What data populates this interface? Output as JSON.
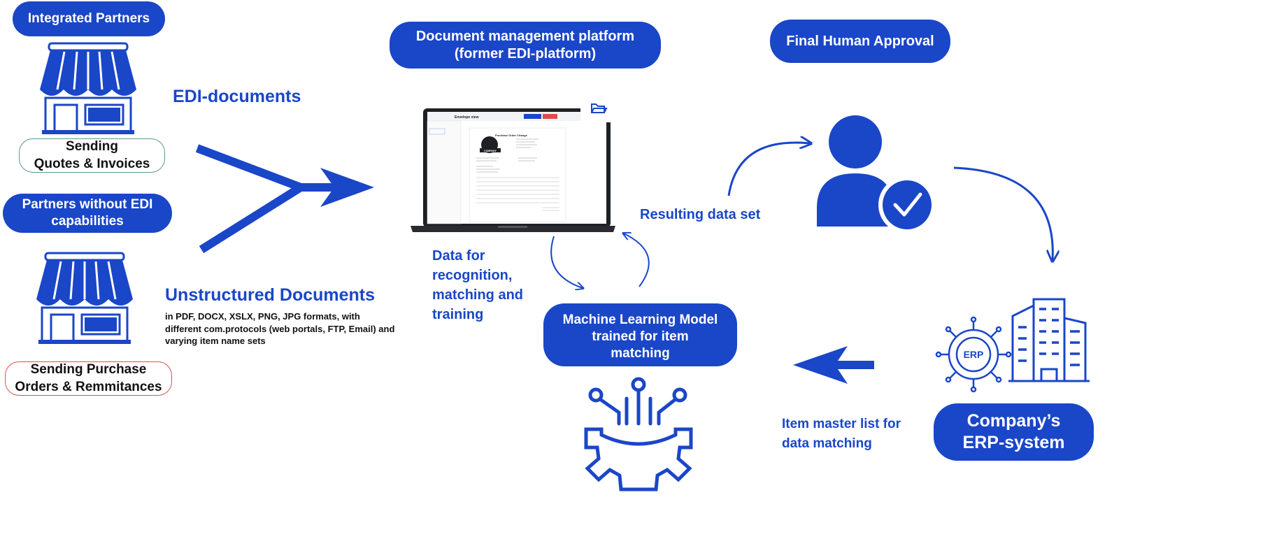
{
  "left": {
    "integrated_partners": "Integrated Partners",
    "sending_quotes": "Sending\nQuotes & Invoices",
    "partners_without_edi": "Partners without EDI capabilities",
    "sending_po": "Sending Purchase\nOrders & Remmitances"
  },
  "middle": {
    "edi_documents": "EDI-documents",
    "unstructured_title": "Unstructured Documents",
    "unstructured_desc": "in PDF, DOCX, XSLX, PNG, JPG formats, with different com.protocols (web portals, FTP, Email) and varying item name sets",
    "dmp_title": "Document management platform (former EDI-platform)",
    "data_for_recognition": "Data for recognition, matching and training",
    "ml_model": "Machine Learning Model trained for item matching",
    "resulting_data_set": "Resulting data set",
    "item_master_list": "Item master list for data matching"
  },
  "right": {
    "final_approval": "Final Human Approval",
    "erp_system": "Company’s ERP-system",
    "erp_icon_label": "ERP"
  },
  "screen": {
    "title": "Envelope view",
    "doc_title": "Purchase Order Change",
    "logo_text": "COMPANY"
  },
  "colors": {
    "primary_blue": "#1a46c8",
    "green_border": "#5a9a8c",
    "red_border": "#d9534f"
  }
}
